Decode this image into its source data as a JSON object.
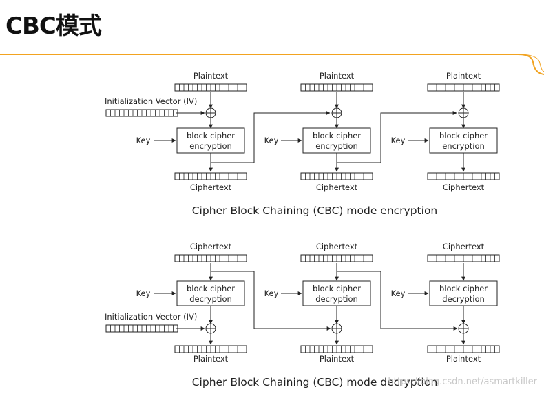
{
  "slide": {
    "title": "CBC模式",
    "watermark": "https://blog.csdn.net/asmartkiller"
  },
  "colors": {
    "accent": "#f2a320",
    "line": "#222222"
  },
  "encryption": {
    "input_label": "Plaintext",
    "output_label": "Ciphertext",
    "iv_label": "Initialization Vector (IV)",
    "key_label": "Key",
    "block_line1": "block cipher",
    "block_line2": "encryption",
    "caption": "Cipher Block Chaining (CBC) mode encryption"
  },
  "decryption": {
    "input_label": "Ciphertext",
    "output_label": "Plaintext",
    "iv_label": "Initialization Vector (IV)",
    "key_label": "Key",
    "block_line1": "block cipher",
    "block_line2": "decryption",
    "caption": "Cipher Block Chaining (CBC) mode decryption"
  }
}
